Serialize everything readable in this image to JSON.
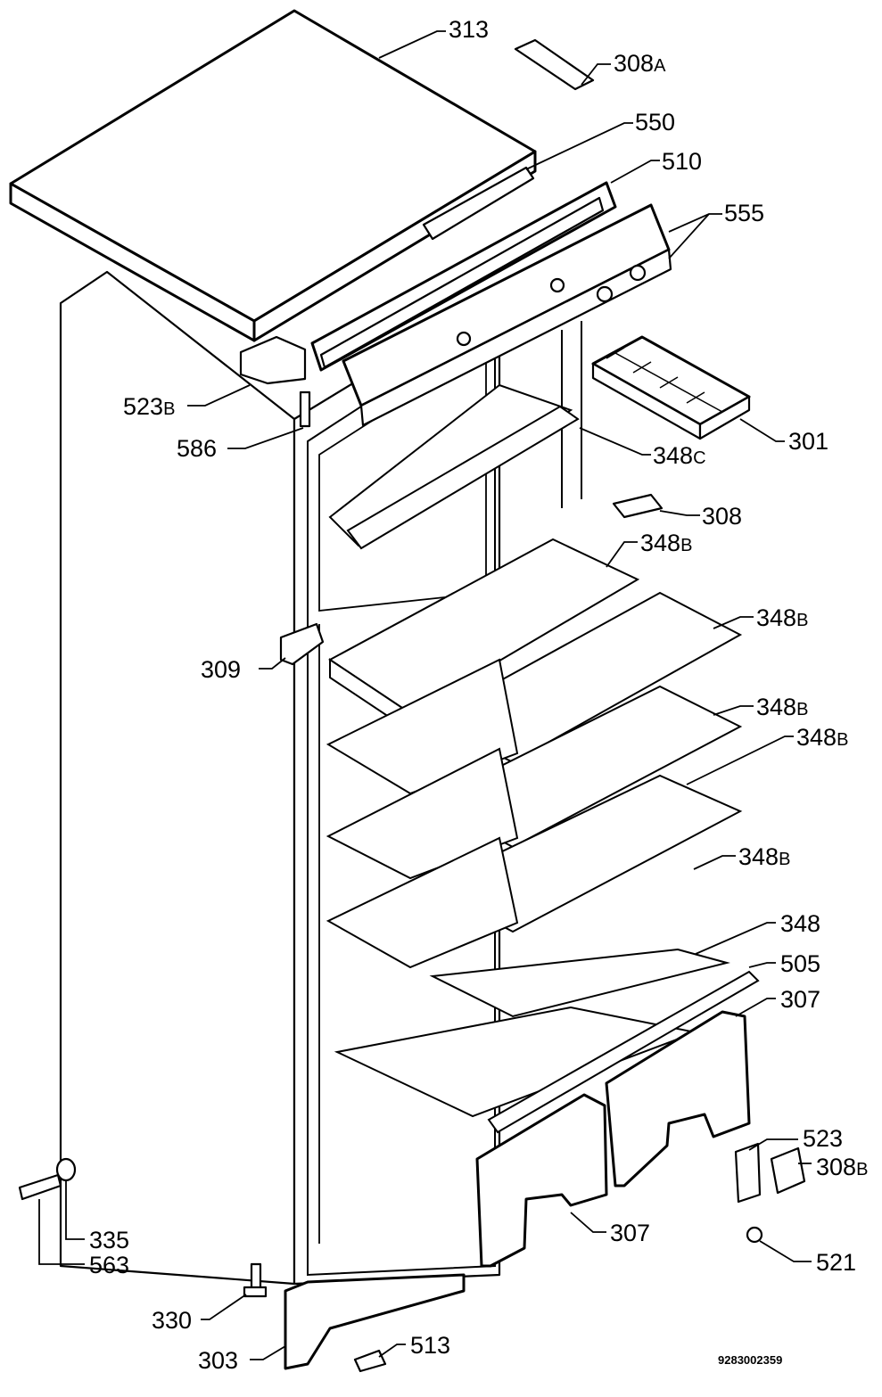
{
  "document_number": "9283002359",
  "labels": [
    {
      "id": "313",
      "text": "313",
      "suffix": ""
    },
    {
      "id": "308a",
      "text": "308",
      "suffix": "A"
    },
    {
      "id": "550",
      "text": "550",
      "suffix": ""
    },
    {
      "id": "510",
      "text": "510",
      "suffix": ""
    },
    {
      "id": "555",
      "text": "555",
      "suffix": ""
    },
    {
      "id": "301",
      "text": "301",
      "suffix": ""
    },
    {
      "id": "523b",
      "text": "523",
      "suffix": "B"
    },
    {
      "id": "586",
      "text": "586",
      "suffix": ""
    },
    {
      "id": "348c",
      "text": "348",
      "suffix": "C"
    },
    {
      "id": "308",
      "text": "308",
      "suffix": ""
    },
    {
      "id": "348b-1",
      "text": "348",
      "suffix": "B"
    },
    {
      "id": "348b-2",
      "text": "348",
      "suffix": "B"
    },
    {
      "id": "309",
      "text": "309",
      "suffix": ""
    },
    {
      "id": "348b-3",
      "text": "348",
      "suffix": "B"
    },
    {
      "id": "348b-4",
      "text": "348",
      "suffix": "B"
    },
    {
      "id": "348b-5",
      "text": "348",
      "suffix": "B"
    },
    {
      "id": "348",
      "text": "348",
      "suffix": ""
    },
    {
      "id": "505",
      "text": "505",
      "suffix": ""
    },
    {
      "id": "307-top",
      "text": "307",
      "suffix": ""
    },
    {
      "id": "523",
      "text": "523",
      "suffix": ""
    },
    {
      "id": "308b",
      "text": "308",
      "suffix": "B"
    },
    {
      "id": "335",
      "text": "335",
      "suffix": ""
    },
    {
      "id": "563",
      "text": "563",
      "suffix": ""
    },
    {
      "id": "307-bottom",
      "text": "307",
      "suffix": ""
    },
    {
      "id": "521",
      "text": "521",
      "suffix": ""
    },
    {
      "id": "330",
      "text": "330",
      "suffix": ""
    },
    {
      "id": "303",
      "text": "303",
      "suffix": ""
    },
    {
      "id": "513",
      "text": "513",
      "suffix": ""
    }
  ]
}
